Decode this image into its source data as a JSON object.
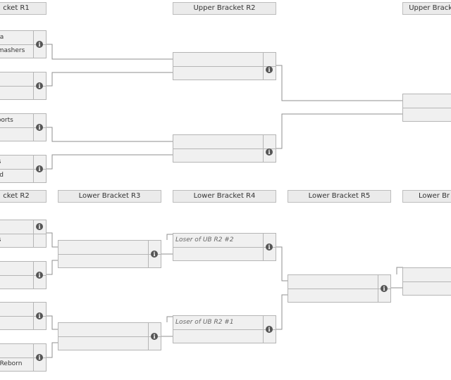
{
  "headers": {
    "upper": [
      "cket R1",
      "Upper Bracket R2",
      "Upper Bracket"
    ],
    "lower": [
      "cket R2",
      "Lower Bracket R3",
      "Lower Bracket R4",
      "Lower Bracket R5",
      "Lower Br"
    ]
  },
  "upper_r1": [
    {
      "team1": "ma",
      "team2": "Smashers"
    },
    {
      "team1": "",
      "team2": ""
    },
    {
      "team1": "sports",
      "team2": ""
    },
    {
      "team1": "gs",
      "team2": "uid"
    }
  ],
  "lower_r2": [
    {
      "team1": "",
      "team2": "gs"
    },
    {
      "team1": "",
      "team2": ""
    },
    {
      "team1": "",
      "team2": ""
    },
    {
      "team1": "",
      "team2": "d Reborn"
    }
  ],
  "lower_r4": [
    {
      "team1": "Loser of UB R2 #2",
      "team2": ""
    },
    {
      "team1": "Loser of UB R2 #1",
      "team2": ""
    }
  ],
  "info_icon": "info-icon"
}
